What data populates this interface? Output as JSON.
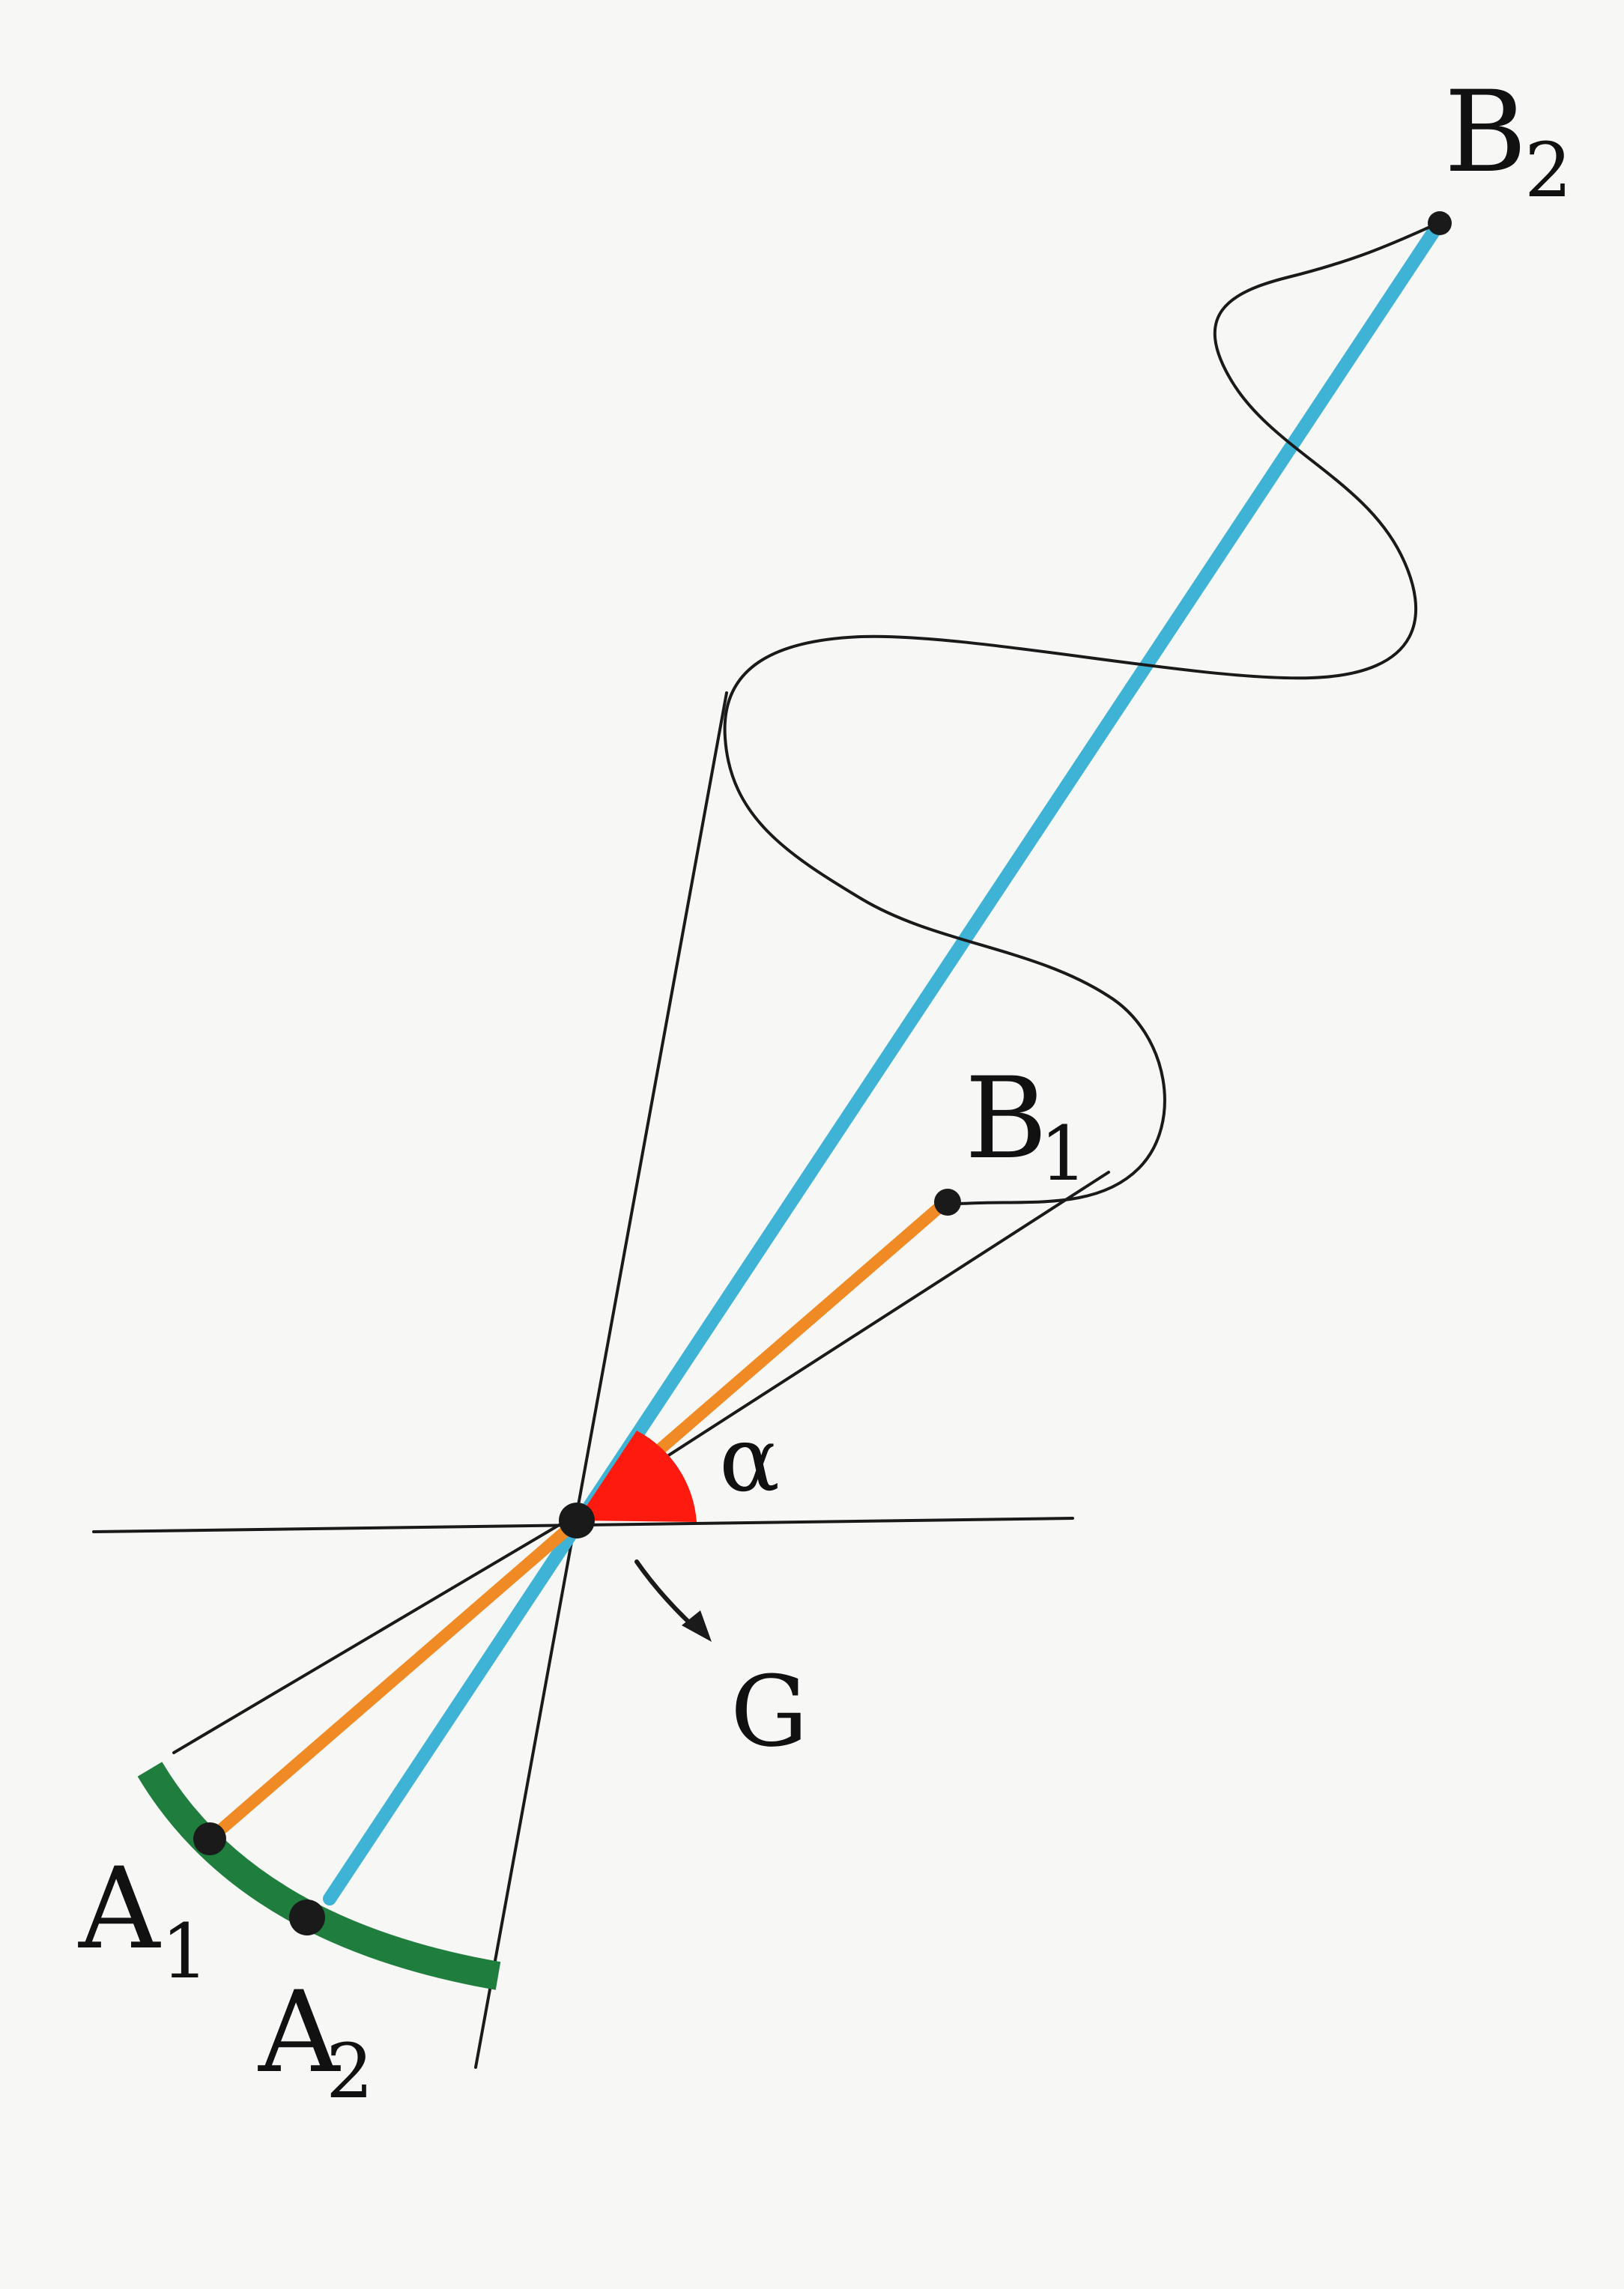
{
  "points": {
    "A1": {
      "label": "A",
      "sub": "1"
    },
    "A2": {
      "label": "A",
      "sub": "2"
    },
    "B1": {
      "label": "B",
      "sub": "1"
    },
    "B2": {
      "label": "B",
      "sub": "2"
    }
  },
  "angle_label": "α",
  "gravity_label": "G",
  "colors": {
    "cyan_segment": "#3fb3d6",
    "orange_segment": "#f08a24",
    "arc": "#1f7d3e",
    "angle_fill": "#ff1a10",
    "angle_label": "#ff1a10",
    "ink": "#1a1a1a",
    "background": "#f7f7f5"
  }
}
